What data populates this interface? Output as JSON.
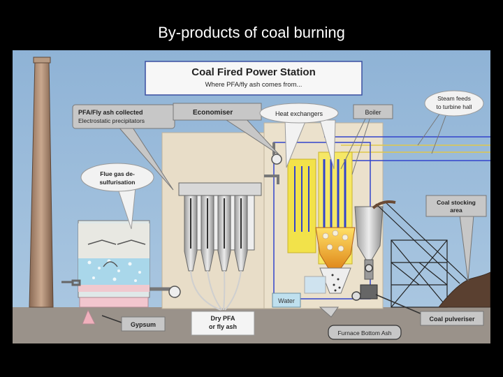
{
  "slide": {
    "title": "By-products of coal burning"
  },
  "diagram": {
    "title": "Coal Fired Power Station",
    "subtitle": "Where PFA/fly ash comes from...",
    "callouts": {
      "pfa_title": "PFA/Fly ash collected",
      "pfa_sub": "Electrostatic precipitators",
      "economiser": "Economiser",
      "heat_exchangers": "Heat exchangers",
      "boiler": "Boiler",
      "steam_line1": "Steam feeds",
      "steam_line2": "to turbine hall",
      "flue_line1": "Flue gas de-",
      "flue_line2": "sulfurisation",
      "stock_line1": "Coal stocking",
      "stock_line2": "area"
    },
    "labels": {
      "gypsum": "Gypsum",
      "dry_line1": "Dry PFA",
      "dry_line2": "or fly ash",
      "water": "Water",
      "furnace_bottom_ash": "Furnace Bottom Ash",
      "coal_pulveriser": "Coal pulveriser"
    },
    "colors": {
      "sky": "#8fb4d8",
      "ground": "#9a928a",
      "building": "#e8ddc8",
      "callout": "#c7c7c7",
      "pipe": "#3344cc",
      "furnace": "#f2e24a"
    }
  }
}
